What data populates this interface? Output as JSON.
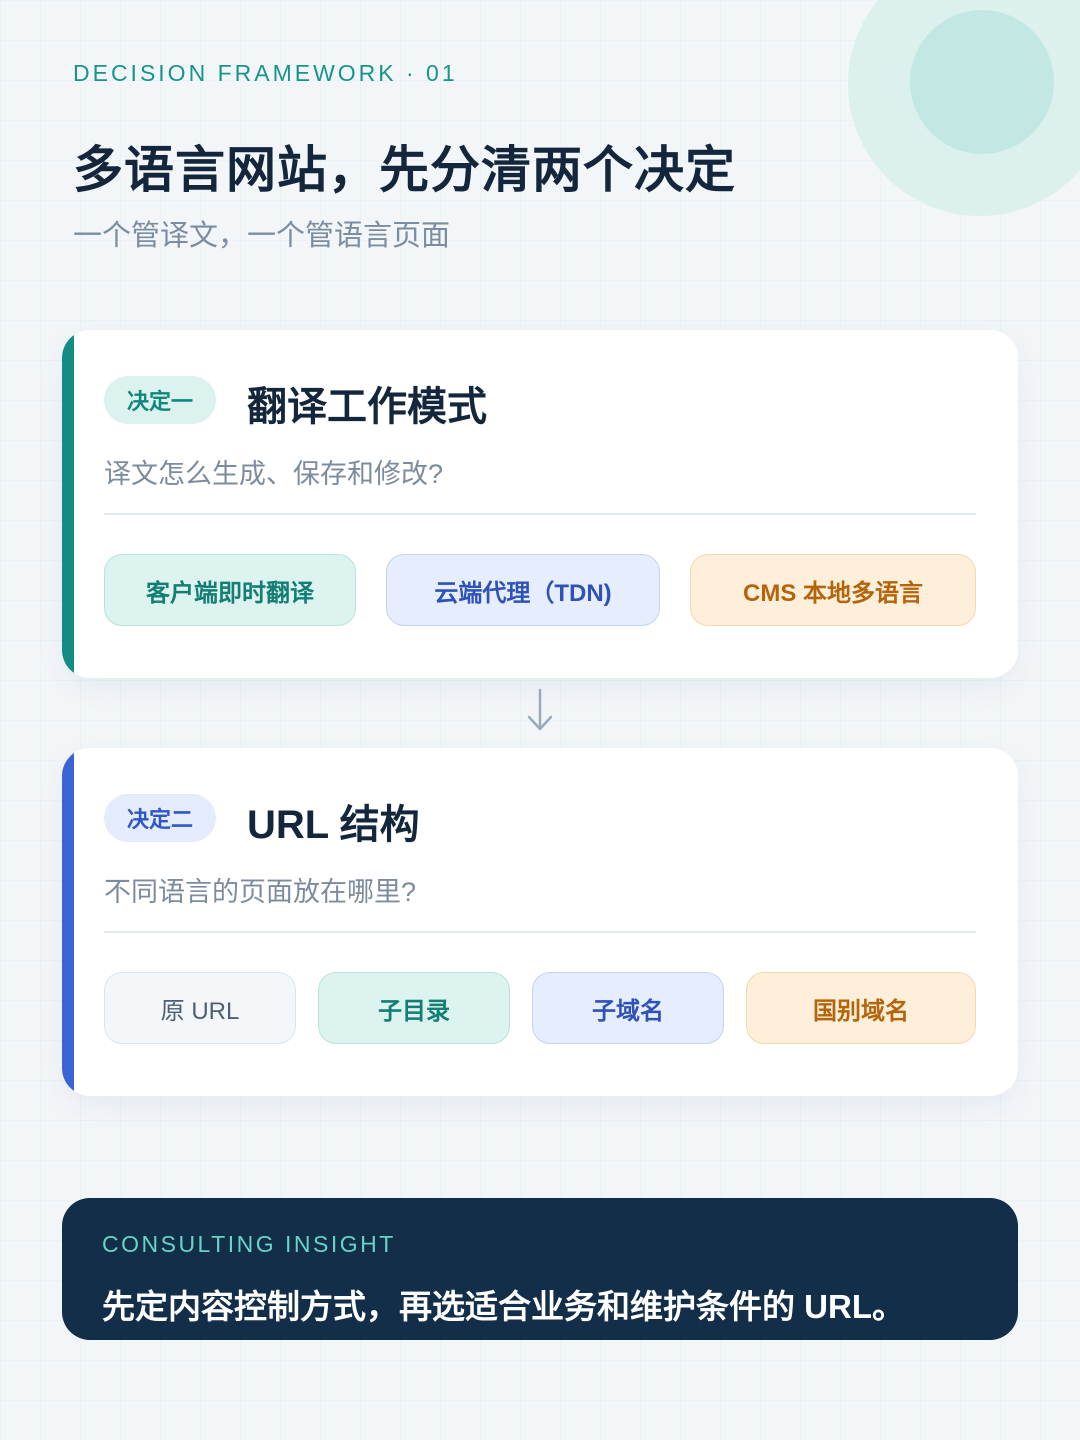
{
  "header": {
    "eyebrow": "DECISION FRAMEWORK · 01",
    "title": "多语言网站，先分清两个决定",
    "subtitle": "一个管译文，一个管语言页面"
  },
  "decisions": [
    {
      "tag": "决定一",
      "title": "翻译工作模式",
      "question": "译文怎么生成、保存和修改?",
      "options": [
        "客户端即时翻译",
        "云端代理（TDN)",
        "CMS 本地多语言"
      ]
    },
    {
      "tag": "决定二",
      "title": "URL 结构",
      "question": "不同语言的页面放在哪里?",
      "options": [
        "原 URL",
        "子目录",
        "子域名",
        "国别域名"
      ]
    }
  ],
  "insight": {
    "label": "CONSULTING INSIGHT",
    "text": "先定内容控制方式，再选适合业务和维护条件的 URL。"
  },
  "colors": {
    "teal": "#138c83",
    "blue": "#3a63d5",
    "orange": "#b4650b",
    "navy": "#122e48"
  }
}
